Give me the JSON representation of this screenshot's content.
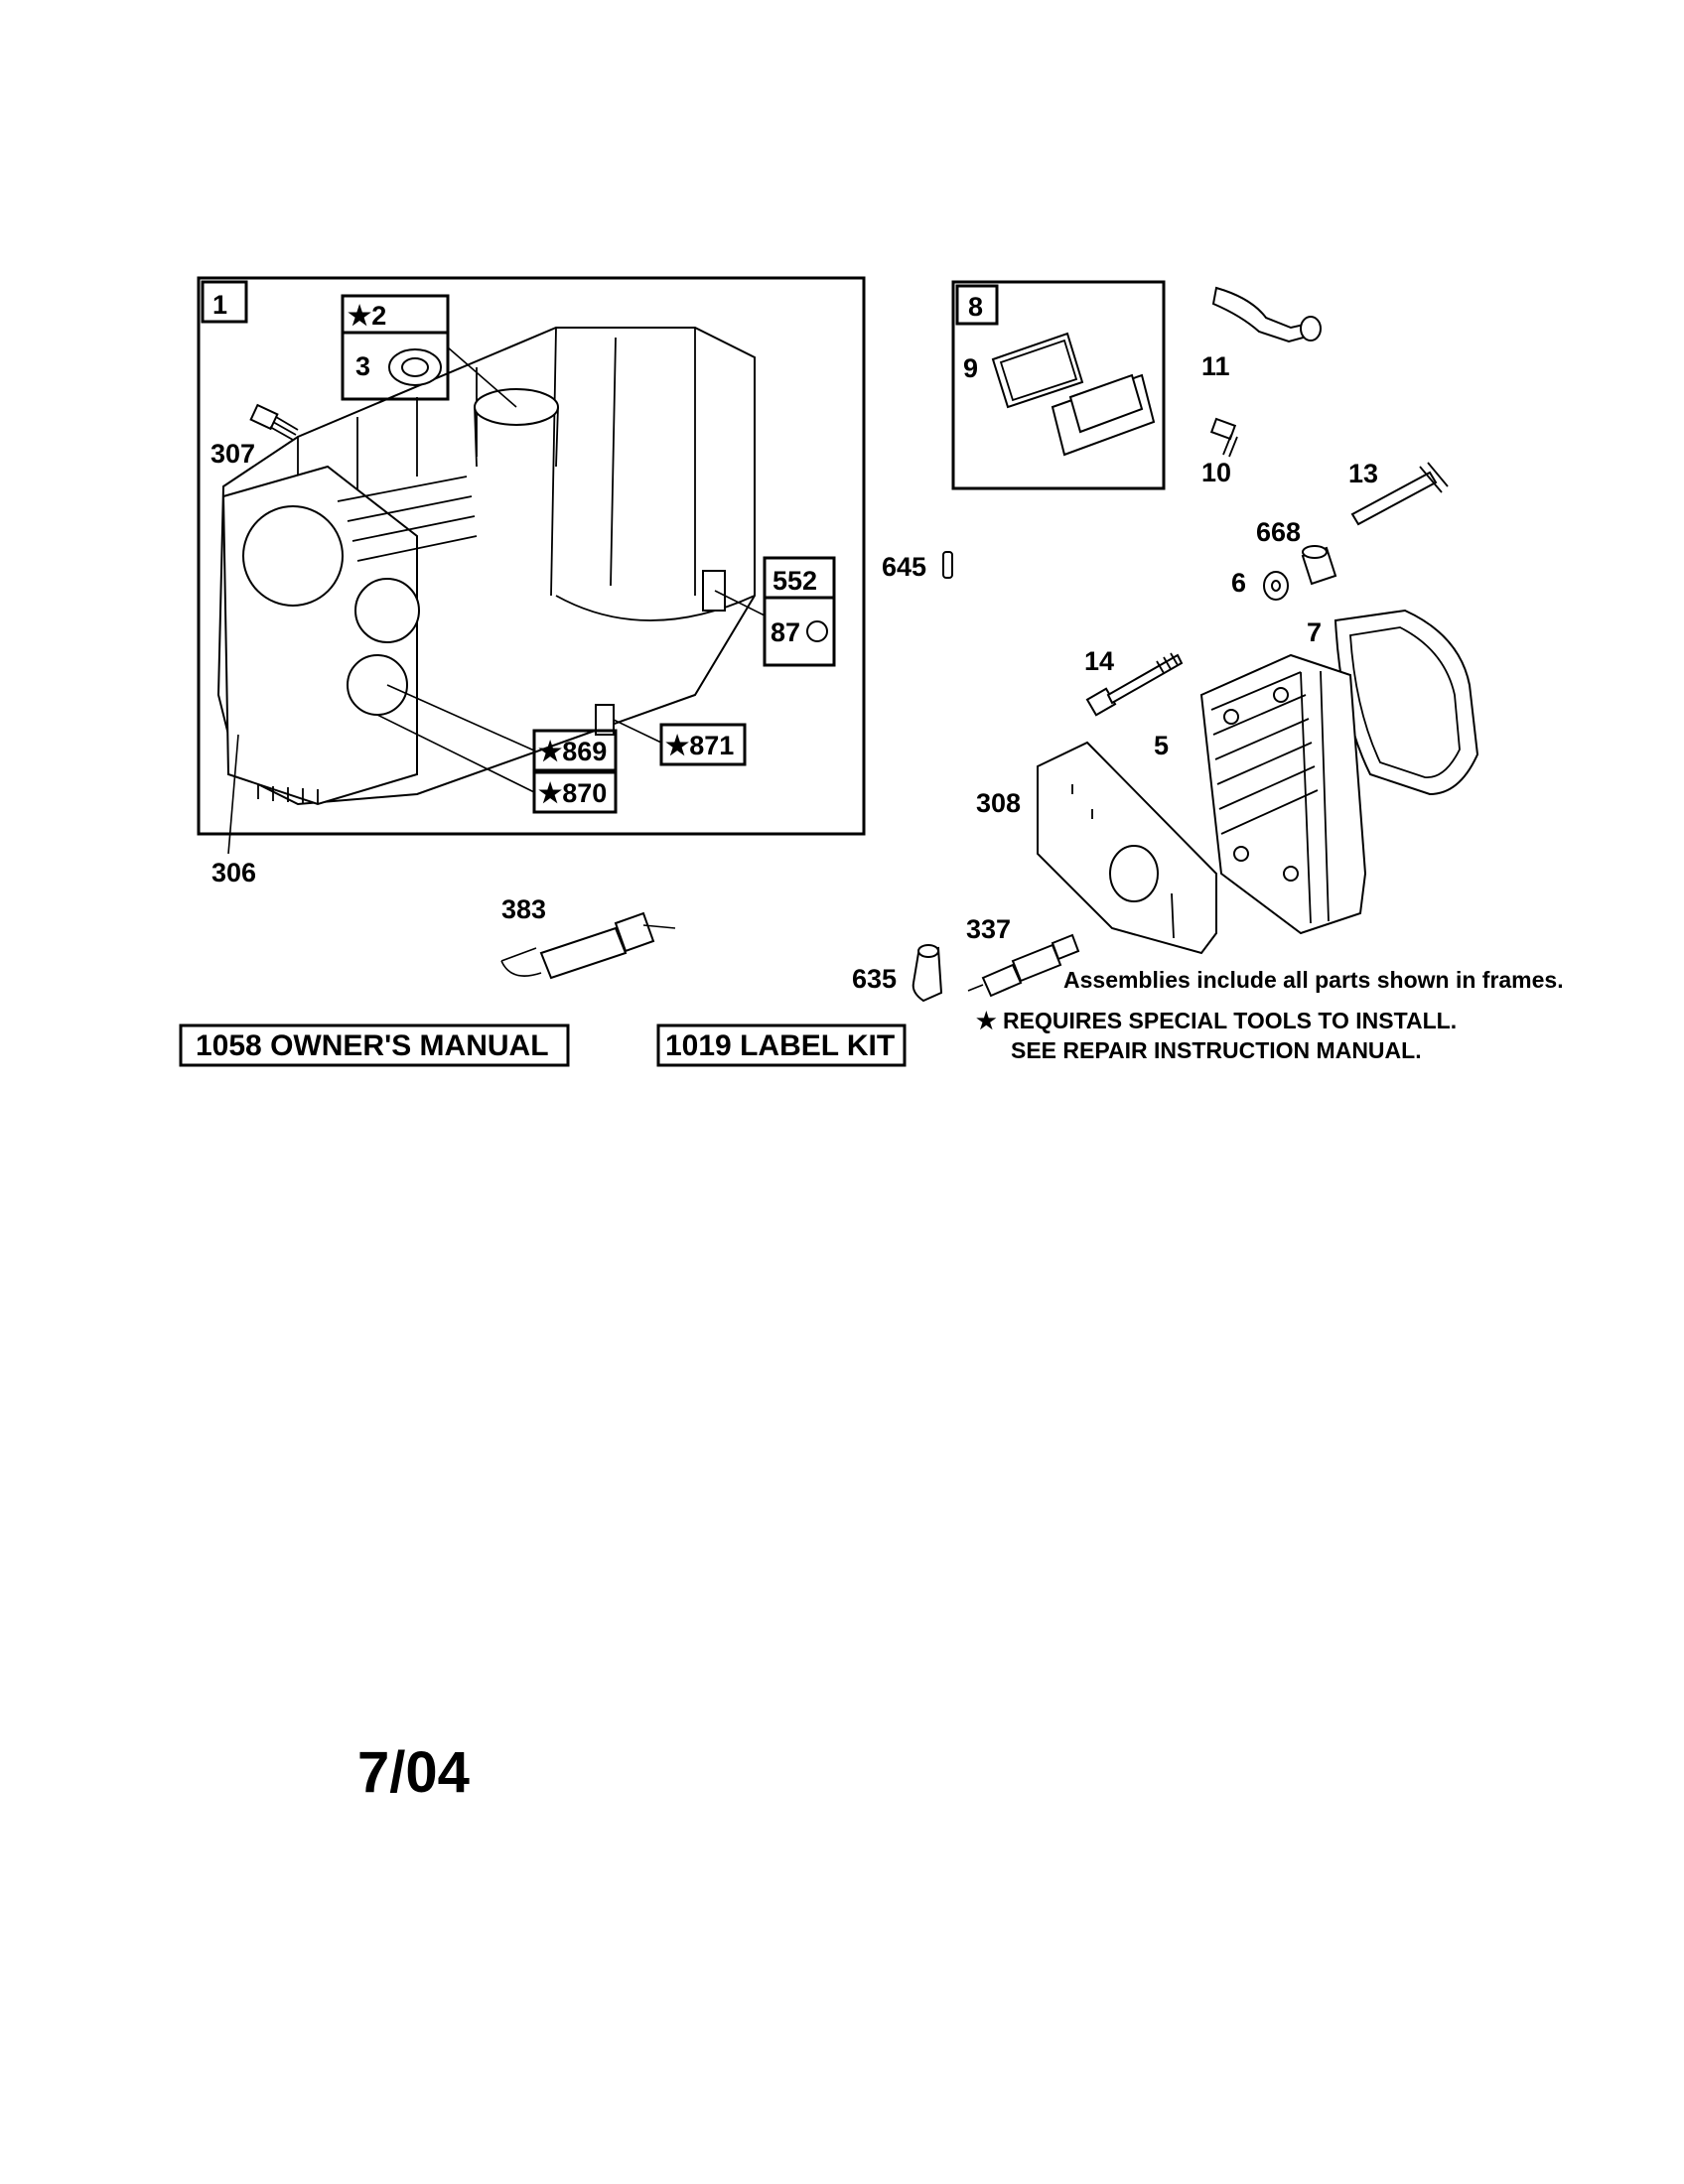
{
  "callouts": {
    "c1": "1",
    "c2": "★2",
    "c3": "3",
    "c307": "307",
    "c306": "306",
    "c552": "552",
    "c87": "87",
    "c869": "★869",
    "c870": "★870",
    "c871": "★871",
    "c645": "645",
    "c8": "8",
    "c9": "9",
    "c10": "10",
    "c11": "11",
    "c13": "13",
    "c668": "668",
    "c6": "6",
    "c7": "7",
    "c14": "14",
    "c5": "5",
    "c308": "308",
    "c383": "383",
    "c337": "337",
    "c635": "635"
  },
  "boxes": {
    "owners_manual": "1058 OWNER'S MANUAL",
    "label_kit": "1019 LABEL KIT"
  },
  "notes": {
    "assemblies": "Assemblies include all parts shown in frames.",
    "special_tools": "★ REQUIRES SPECIAL TOOLS TO INSTALL.",
    "repair_manual": "SEE REPAIR INSTRUCTION MANUAL."
  },
  "date": "7/04"
}
